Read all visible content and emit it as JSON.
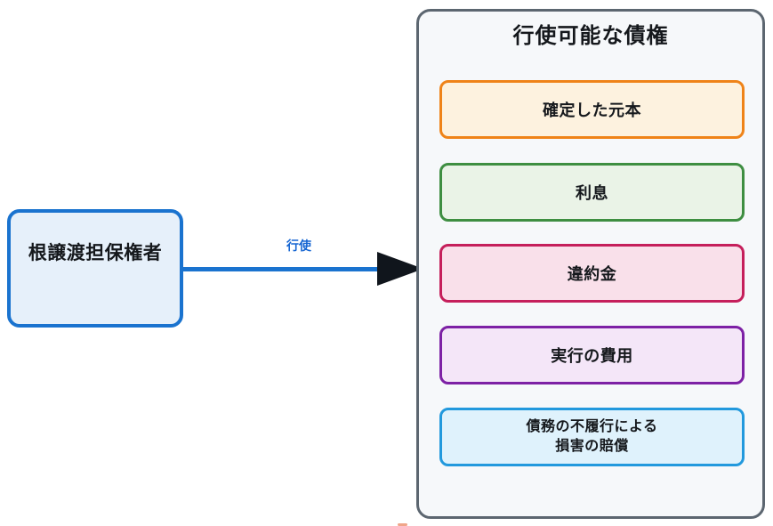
{
  "actor": {
    "label": "根譲渡担保権者",
    "border_color": "#1a73cf",
    "fill_color": "#e6f0fa"
  },
  "arrow": {
    "label": "行使",
    "line_color": "#1a73cf",
    "label_color": "#1565d2",
    "head_color": "#10151c"
  },
  "panel": {
    "title": "行使可能な債権",
    "border_color": "#5c6670",
    "fill_color": "#f6f8fa",
    "items": [
      {
        "label": "確定した元本",
        "border": "#ef8318",
        "fill": "#fdf2df"
      },
      {
        "label": "利息",
        "border": "#3e8e41",
        "fill": "#eaf3e7"
      },
      {
        "label": "違約金",
        "border": "#c51f5b",
        "fill": "#f9e0ea"
      },
      {
        "label": "実行の費用",
        "border": "#7d21a5",
        "fill": "#f4e6f8"
      },
      {
        "label": "債務の不履行による\n損害の賠償",
        "border": "#2299dd",
        "fill": "#dff2fc"
      }
    ]
  }
}
